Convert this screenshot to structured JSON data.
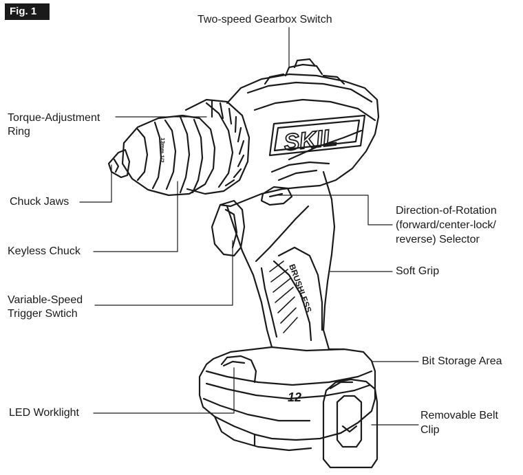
{
  "figure_tag": "Fig. 1",
  "brand_mark": "SKIL",
  "side_mark": "BRUSHLESS",
  "battery_mark": "12",
  "chuck_mark": "13mm 1/2",
  "labels": {
    "gearbox": "Two-speed Gearbox Switch",
    "torque_1": "Torque-Adjustment",
    "torque_2": "Ring",
    "chuck_jaws": "Chuck Jaws",
    "keyless_chuck": "Keyless Chuck",
    "trigger_1": "Variable-Speed",
    "trigger_2": "Trigger Swtich",
    "led": "LED Worklight",
    "direction_1": "Direction-of-Rotation",
    "direction_2": "(forward/center-lock/",
    "direction_3": "reverse) Selector",
    "soft_grip": "Soft Grip",
    "bit_storage": "Bit Storage Area",
    "belt_clip_1": "Removable Belt",
    "belt_clip_2": "Clip"
  },
  "colors": {
    "ink": "#1a1a1a",
    "paper": "#ffffff",
    "tag_bg": "#1a1a1a"
  }
}
